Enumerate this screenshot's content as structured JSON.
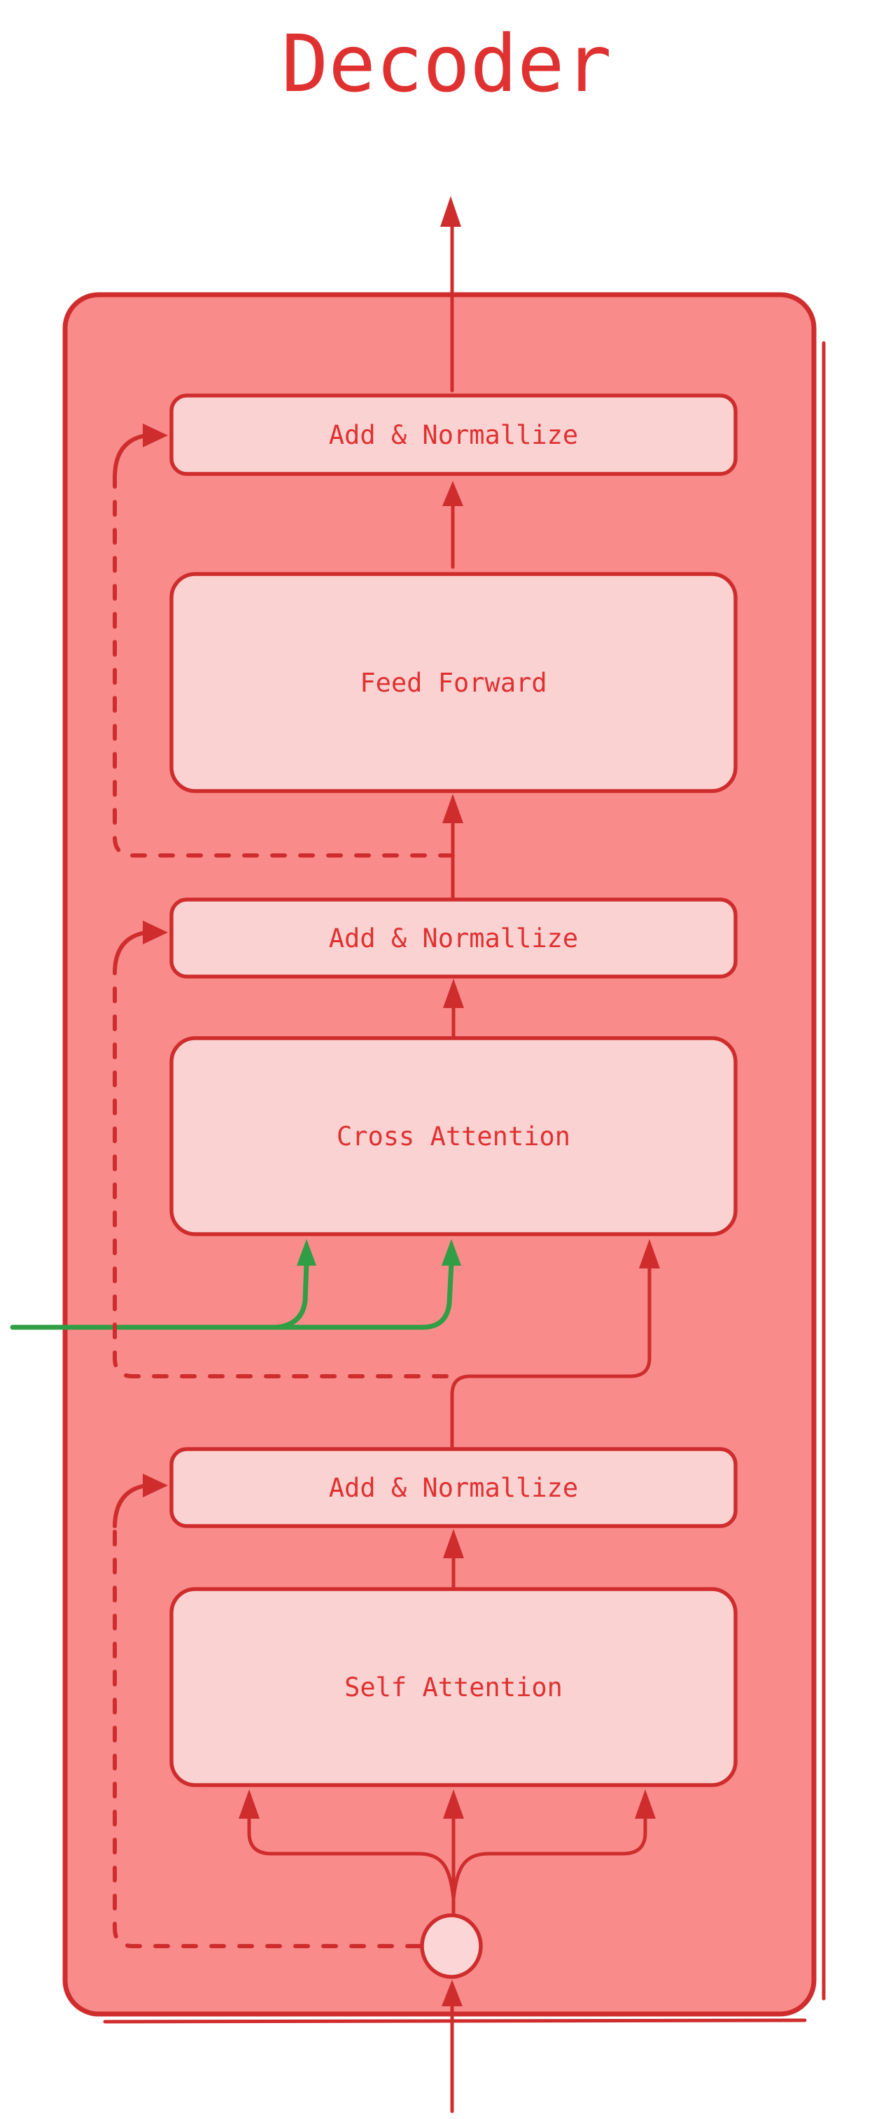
{
  "title": "Decoder",
  "colors": {
    "background": "#ffffff",
    "red_stroke": "#cf2d2d",
    "red_text": "#e03131",
    "container_fill": "#f98b8b",
    "box_fill": "#fbd2d2",
    "circle_fill": "#fcd6d6",
    "green": "#2f9e44"
  },
  "nodes": [
    {
      "id": "add-normalize-top",
      "label": "Add & Normallize"
    },
    {
      "id": "feed-forward",
      "label": "Feed Forward"
    },
    {
      "id": "add-normalize-middle",
      "label": "Add & Normallize"
    },
    {
      "id": "cross-attention",
      "label": "Cross Attention"
    },
    {
      "id": "add-normalize-bottom",
      "label": "Add & Normallize"
    },
    {
      "id": "self-attention",
      "label": "Self Attention"
    }
  ],
  "edges": [
    {
      "from": "bottom-input",
      "to": "residual-circle",
      "style": "solid-arrow",
      "color": "red"
    },
    {
      "from": "residual-circle",
      "to": "self-attention",
      "style": "three-way-fork-arrows",
      "color": "red"
    },
    {
      "from": "residual-circle",
      "to": "add-normalize-bottom",
      "style": "dashed-residual-arrow",
      "color": "red"
    },
    {
      "from": "self-attention",
      "to": "add-normalize-bottom",
      "style": "solid-arrow",
      "color": "red"
    },
    {
      "from": "add-normalize-bottom",
      "to": "cross-attention",
      "style": "solid-arrow-right-side",
      "color": "red"
    },
    {
      "from": "add-normalize-bottom",
      "to": "add-normalize-middle",
      "style": "dashed-residual-arrow",
      "color": "red"
    },
    {
      "from": "external-left-input",
      "to": "cross-attention",
      "style": "two-solid-arrows",
      "color": "green"
    },
    {
      "from": "cross-attention",
      "to": "add-normalize-middle",
      "style": "solid-arrow",
      "color": "red"
    },
    {
      "from": "add-normalize-middle",
      "to": "feed-forward",
      "style": "solid-arrow",
      "color": "red"
    },
    {
      "from": "add-normalize-middle",
      "to": "add-normalize-top",
      "style": "dashed-residual-arrow",
      "color": "red"
    },
    {
      "from": "feed-forward",
      "to": "add-normalize-top",
      "style": "solid-arrow",
      "color": "red"
    },
    {
      "from": "add-normalize-top",
      "to": "top-output",
      "style": "solid-arrow",
      "color": "red"
    }
  ]
}
